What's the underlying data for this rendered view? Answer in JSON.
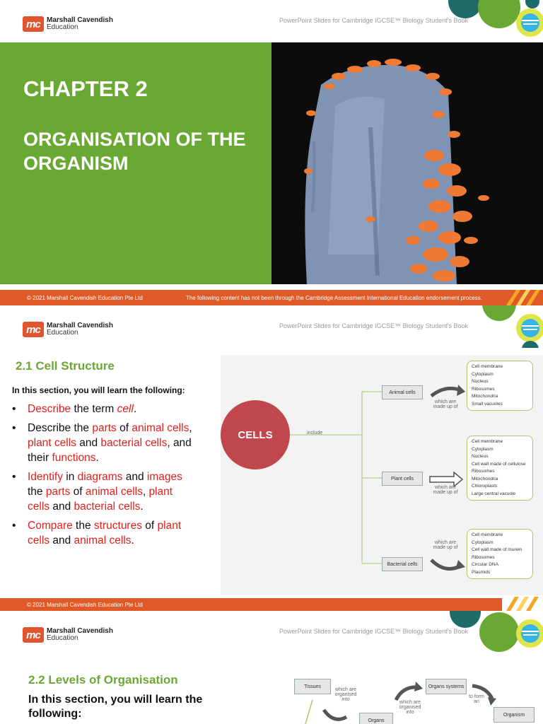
{
  "brand": {
    "mark": "mc",
    "line1": "Marshall Cavendish",
    "line2": "Education"
  },
  "header_note": "PowerPoint Slides for Cambridge IGCSE™ Biology Student’s Book",
  "slide1": {
    "title": "CHAPTER 2",
    "subtitle": "ORGANISATION OF THE ORGANISM",
    "footer_left": "© 2021 Marshall Cavendish Education Pte Ltd",
    "footer_right": "The following content has not been through the Cambridge Assessment International Education endorsement process."
  },
  "slide2": {
    "section_title": "2.1 Cell Structure",
    "intro": "In this section, you will learn the following:",
    "footer_left": "© 2021 Marshall Cavendish Education Pte Ltd",
    "diagram": {
      "center": "CELLS",
      "include": "include",
      "made_up": "which are made up of",
      "animal": {
        "label": "Animal cells",
        "parts": [
          "Cell membrane",
          "Cytoplasm",
          "Nucleus",
          "Ribosomes",
          "Mitochondria",
          "Small vacuoles"
        ]
      },
      "plant": {
        "label": "Plant cells",
        "parts": [
          "Cell membrane",
          "Cytoplasm",
          "Nucleus",
          "Cell wall made of cellulose",
          "Ribosomes",
          "Mitochondria",
          "Chloroplasts",
          "Large central vacuole"
        ]
      },
      "bacterial": {
        "label": "Bacterial cells",
        "parts": [
          "Cell membrane",
          "Cytoplasm",
          "Cell wall made of murein",
          "Ribosomes",
          "Circular DNA",
          "Plasmids"
        ]
      }
    }
  },
  "slide3": {
    "section_title": "2.2 Levels of Organisation",
    "intro": "In this section, you will learn the following:",
    "diagram": {
      "tissues": "Tissues",
      "organs": "Organs",
      "systems": "Organs systems",
      "organism": "Organism",
      "t1": "which are organised into",
      "t2": "which are organised into",
      "t3": "to form an"
    }
  },
  "colors": {
    "green": "#6aa834",
    "orange": "#e05a28",
    "red": "#e0201b",
    "teal": "#1f6b69"
  }
}
